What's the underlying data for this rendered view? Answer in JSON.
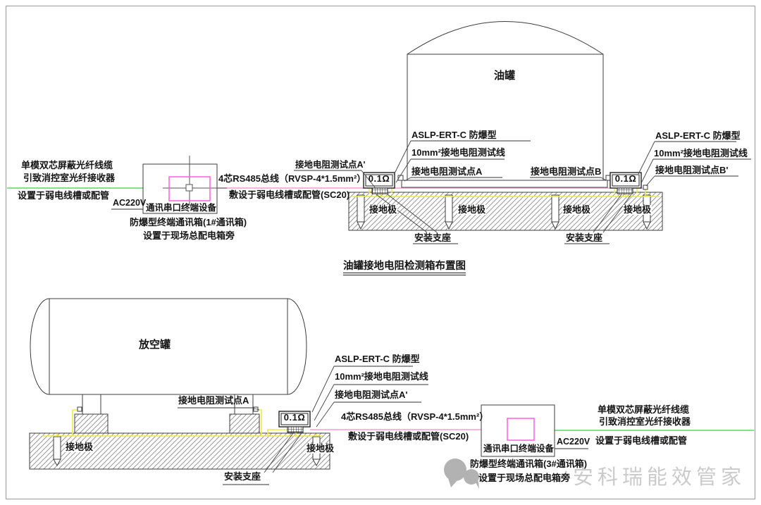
{
  "colors": {
    "line": "#3c3c3c",
    "green_wire": "#5fd75f",
    "pink_wire": "#ff9ad2",
    "magenta_box": "#ff5fe0",
    "yellow_wire": "#f0e84a",
    "watermark_gray": "#cbcbcb"
  },
  "top": {
    "tank": "油罐",
    "fiber_note": [
      "单模双芯屏蔽光纤线缆",
      "引致消控室光纤接收器",
      "设置于弱电线槽或配管"
    ],
    "ac220v": "AC220V",
    "comm_device": "通讯串口终端设备",
    "comm_box_caption": [
      "防爆型终端通讯箱(1#通讯箱)",
      "设置于现场总配电箱旁"
    ],
    "rs485": [
      "4芯RS485总线（RVSP-4*1.5mm²）",
      "敷设于弱电线槽或配管(SC20)"
    ],
    "test_point_a_prime": "接地电阻测试点A'",
    "ohm": "0.1Ω",
    "aslp": "ASLP-ERT-C 防爆型",
    "test_wire": "10mm²接地电阻测试线",
    "test_point_a": "接地电阻测试点A",
    "test_point_b": "接地电阻测试点B",
    "test_point_b_prime": "接地电阻测试点B'",
    "electrode": "接地极",
    "support": "安装支座",
    "title": "油罐接地电阻检测箱布置图"
  },
  "bottom": {
    "tank": "放空罐",
    "test_point_a": "接地电阻测试点A",
    "aslp": "ASLP-ERT-C 防爆型",
    "test_wire": "10mm²接地电阻测试线",
    "test_point_a_prime": "接地电阻测试点A'",
    "ohm": "0.1Ω",
    "rs485": [
      "4芯RS485总线（RVSP-4*1.5mm²）",
      "敷设于弱电线槽或配管(SC20)"
    ],
    "comm_device": "通讯串口终端设备",
    "ac220v": "AC220V",
    "comm_box_caption": [
      "防爆型终端通讯箱(3#通讯箱)",
      "设置于现场总配电箱旁"
    ],
    "fiber_note": [
      "单模双芯屏蔽光纤线缆",
      "引致消控室光纤接收器",
      "设置于弱电线槽或配管"
    ],
    "electrode": "接地极",
    "support": "安装支座"
  },
  "watermark": {
    "dot": "·",
    "text": "安科瑞能效管家"
  }
}
